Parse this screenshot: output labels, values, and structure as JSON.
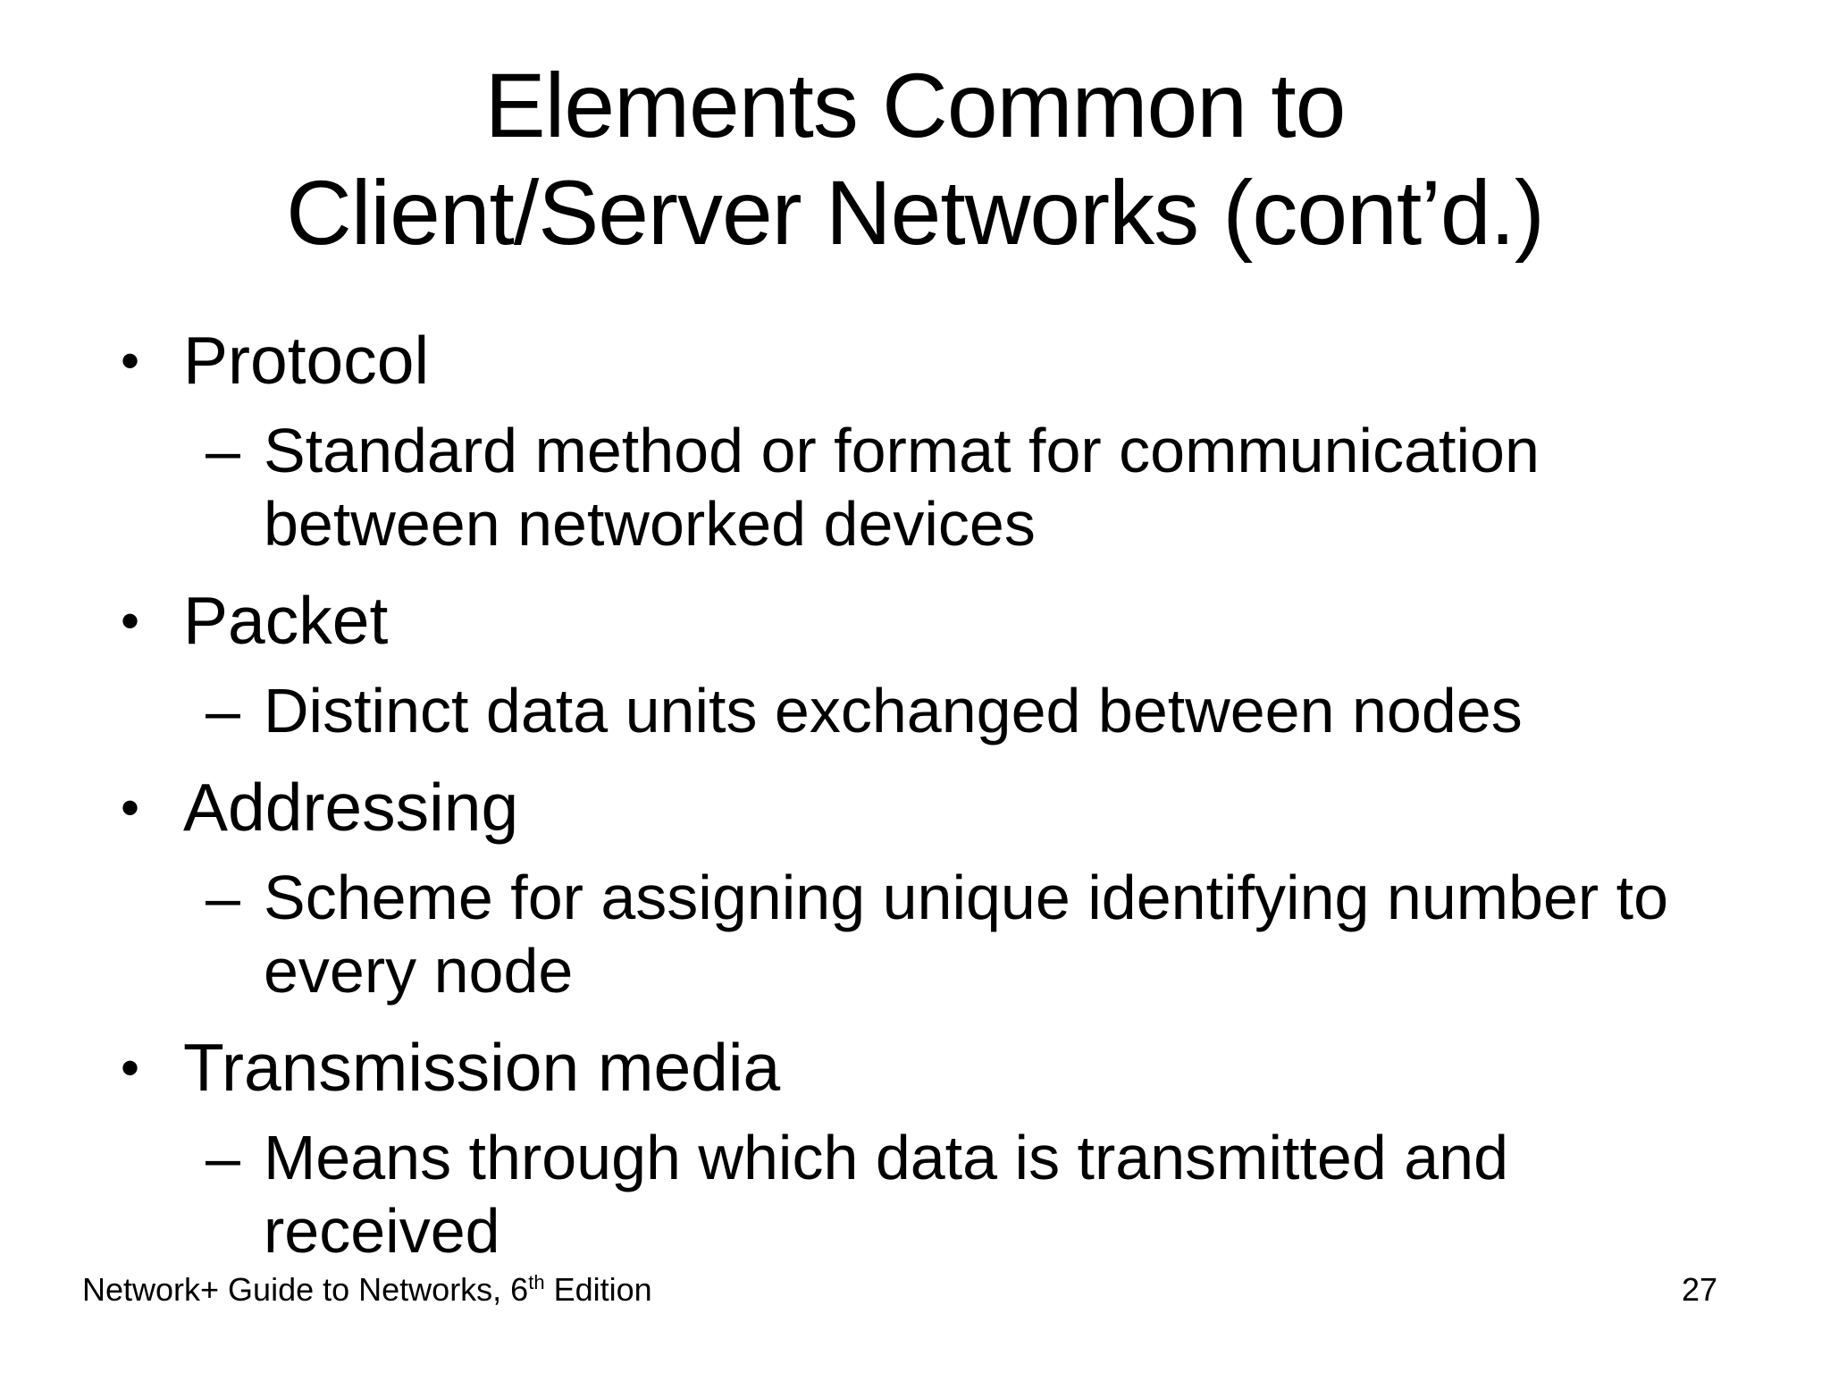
{
  "slide": {
    "colors": {
      "background": "#ffffff",
      "text": "#000000"
    },
    "bullet_char": "•",
    "sub_bullet_char": "–",
    "title_lines": {
      "line1": "Elements Common to",
      "line2": "Client/Server Networks (cont’d.)"
    },
    "bullets": [
      {
        "label": "Protocol",
        "subs": [
          "Standard method or format for communication between networked devices"
        ]
      },
      {
        "label": "Packet",
        "subs": [
          "Distinct data units exchanged between nodes"
        ]
      },
      {
        "label": "Addressing",
        "subs": [
          "Scheme for assigning unique identifying number to every node"
        ]
      },
      {
        "label": "Transmission media",
        "subs": [
          "Means through which data is transmitted and received"
        ]
      }
    ],
    "footer": {
      "left_pre": "Network+ Guide to Networks, 6",
      "left_sup": "th",
      "left_post": " Edition",
      "page_number": "27"
    }
  }
}
